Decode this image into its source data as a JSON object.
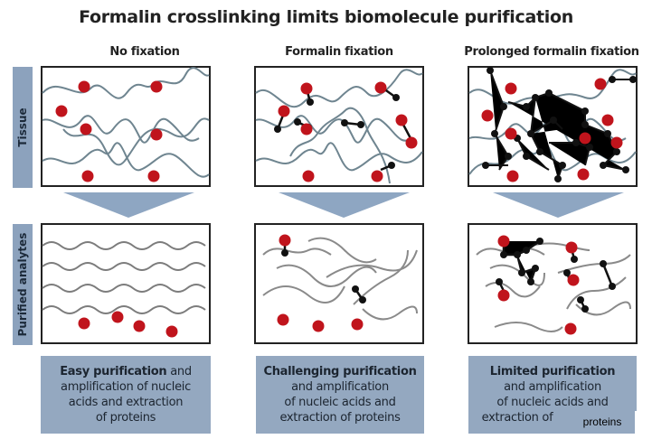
{
  "title": "Formalin crosslinking limits biomolecule purification",
  "columns": [
    {
      "heading": "No fixation"
    },
    {
      "heading": "Formalin fixation"
    },
    {
      "heading": "Prolonged formalin fixation"
    }
  ],
  "rows": [
    {
      "label": "Tissue"
    },
    {
      "label": "Purified analytes"
    }
  ],
  "captions": [
    {
      "bold": "Easy purification",
      "rest_line1": " and",
      "lines": [
        "amplification of nucleic",
        "acids and extraction",
        "of proteins"
      ]
    },
    {
      "bold": "Challenging purification",
      "rest_line1": "",
      "lines": [
        "and amplification",
        "of nucleic acids and",
        "extraction of proteins"
      ]
    },
    {
      "bold": "Limited purification",
      "rest_line1": "",
      "lines": [
        "and amplification",
        "of nucleic acids and",
        "extraction of"
      ]
    }
  ],
  "overlay_label": "proteins",
  "colors": {
    "accent_blue": "#94a8c0",
    "side_label_blue": "#8ca2bd",
    "arrow_blue": "#8ea6c2",
    "protein_red": "#c0141c",
    "strand_gray": "#6f8590",
    "crosslink_black": "#111111"
  }
}
